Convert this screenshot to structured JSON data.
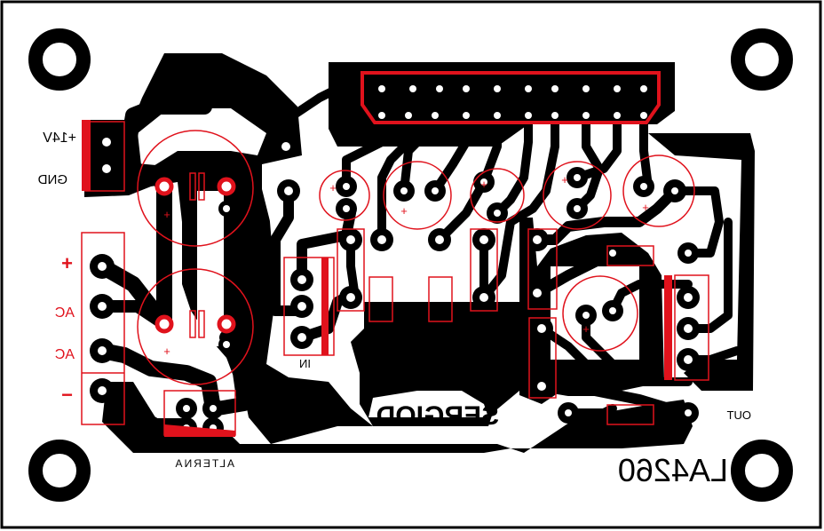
{
  "board": {
    "labels": {
      "supply": "+14V",
      "gnd": "GND",
      "plus": "+",
      "ac1": "AC",
      "ac2": "AC",
      "minus": "−",
      "alterna": "ALTERNA",
      "input": "IN",
      "output": "OUT",
      "author": "SERGIOD",
      "chip": "LA4260"
    },
    "polarity_mark": "+",
    "colors": {
      "copper": "#000000",
      "silk": "#e0121c",
      "board": "#ffffff"
    }
  }
}
